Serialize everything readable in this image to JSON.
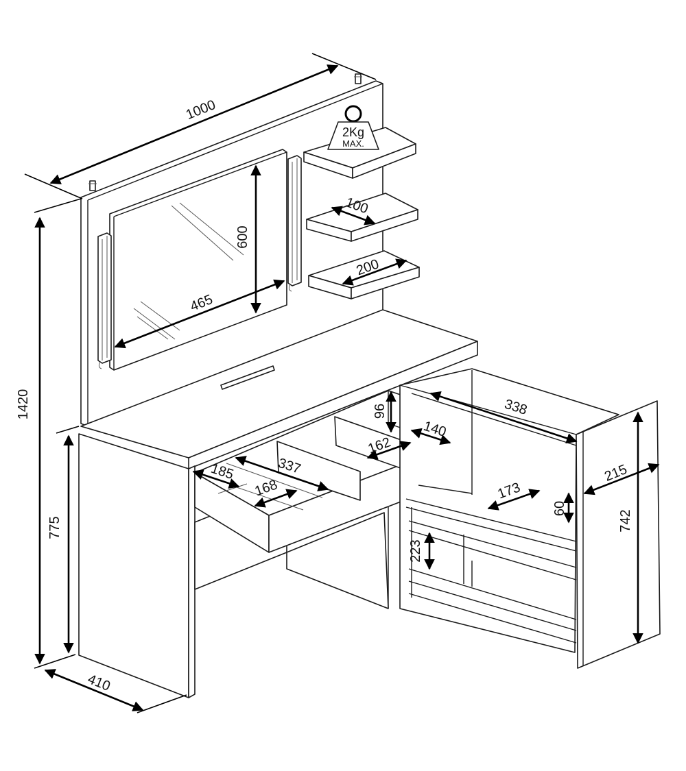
{
  "dimensions": {
    "total_width": "1000",
    "total_height": "1420",
    "desk_height": "775",
    "depth": "410",
    "mirror_height": "600",
    "mirror_width": "465",
    "shelf_depth": "100",
    "shelf_width": "200",
    "drawer_height": "96",
    "compartment_a": "140",
    "compartment_b": "162",
    "drawer_inner_width": "337",
    "compartment_c": "185",
    "compartment_d": "168",
    "cabinet_inner_width": "338",
    "cabinet_depth": "215",
    "cabinet_height": "742",
    "shelf_inner_depth": "173",
    "shelf_gap_upper": "60",
    "shelf_gap_lower": "223"
  },
  "weight_badge": {
    "load": "2Kg",
    "note": "MAX."
  }
}
